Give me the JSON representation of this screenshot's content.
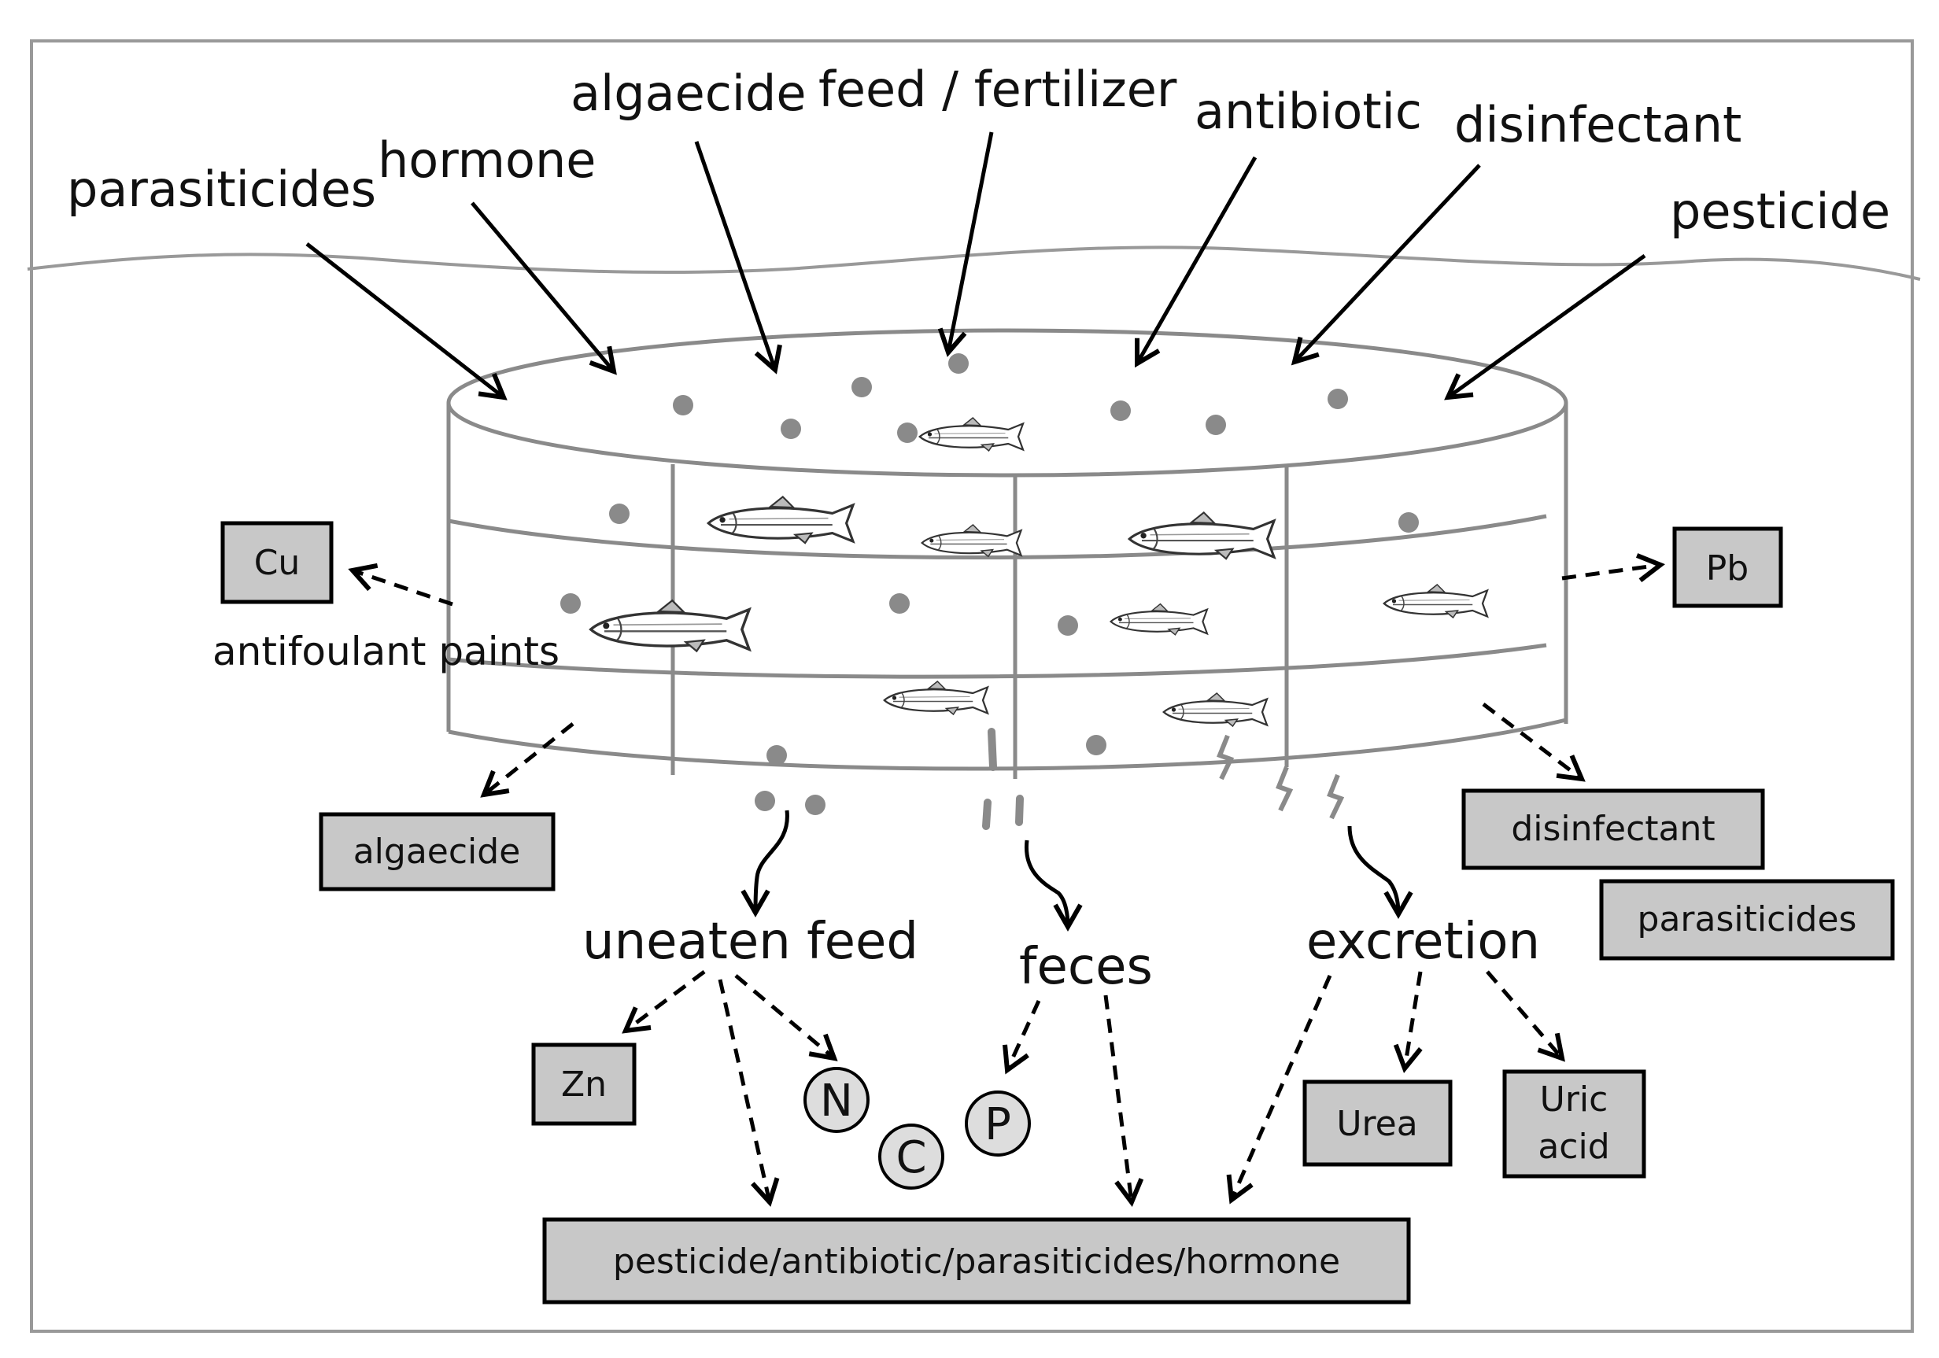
{
  "inputs": {
    "parasiticides": "parasiticides",
    "hormone": "hormone",
    "algaecide": "algaecide",
    "feed_fertilizer": "feed / fertilizer",
    "antibiotic": "antibiotic",
    "disinfectant": "disinfectant",
    "pesticide": "pesticide"
  },
  "cage": {
    "antifoulant": "antifoulant paints"
  },
  "released": {
    "cu": "Cu",
    "pb": "Pb",
    "algaecide": "algaecide",
    "disinfectant": "disinfectant",
    "parasiticides": "parasiticides"
  },
  "wastes": {
    "uneaten_feed": "uneaten feed",
    "feces": "feces",
    "excretion": "excretion"
  },
  "products": {
    "zn": "Zn",
    "n": "N",
    "c": "C",
    "p": "P",
    "urea": "Urea",
    "uric_line1": "Uric",
    "uric_line2": "acid",
    "combined": "pesticide/antibiotic/parasiticides/hormone"
  },
  "colors": {
    "box_fill": "#c8c8c8",
    "cage_stroke": "#8a8a8a",
    "circle_fill": "#dddddd"
  }
}
